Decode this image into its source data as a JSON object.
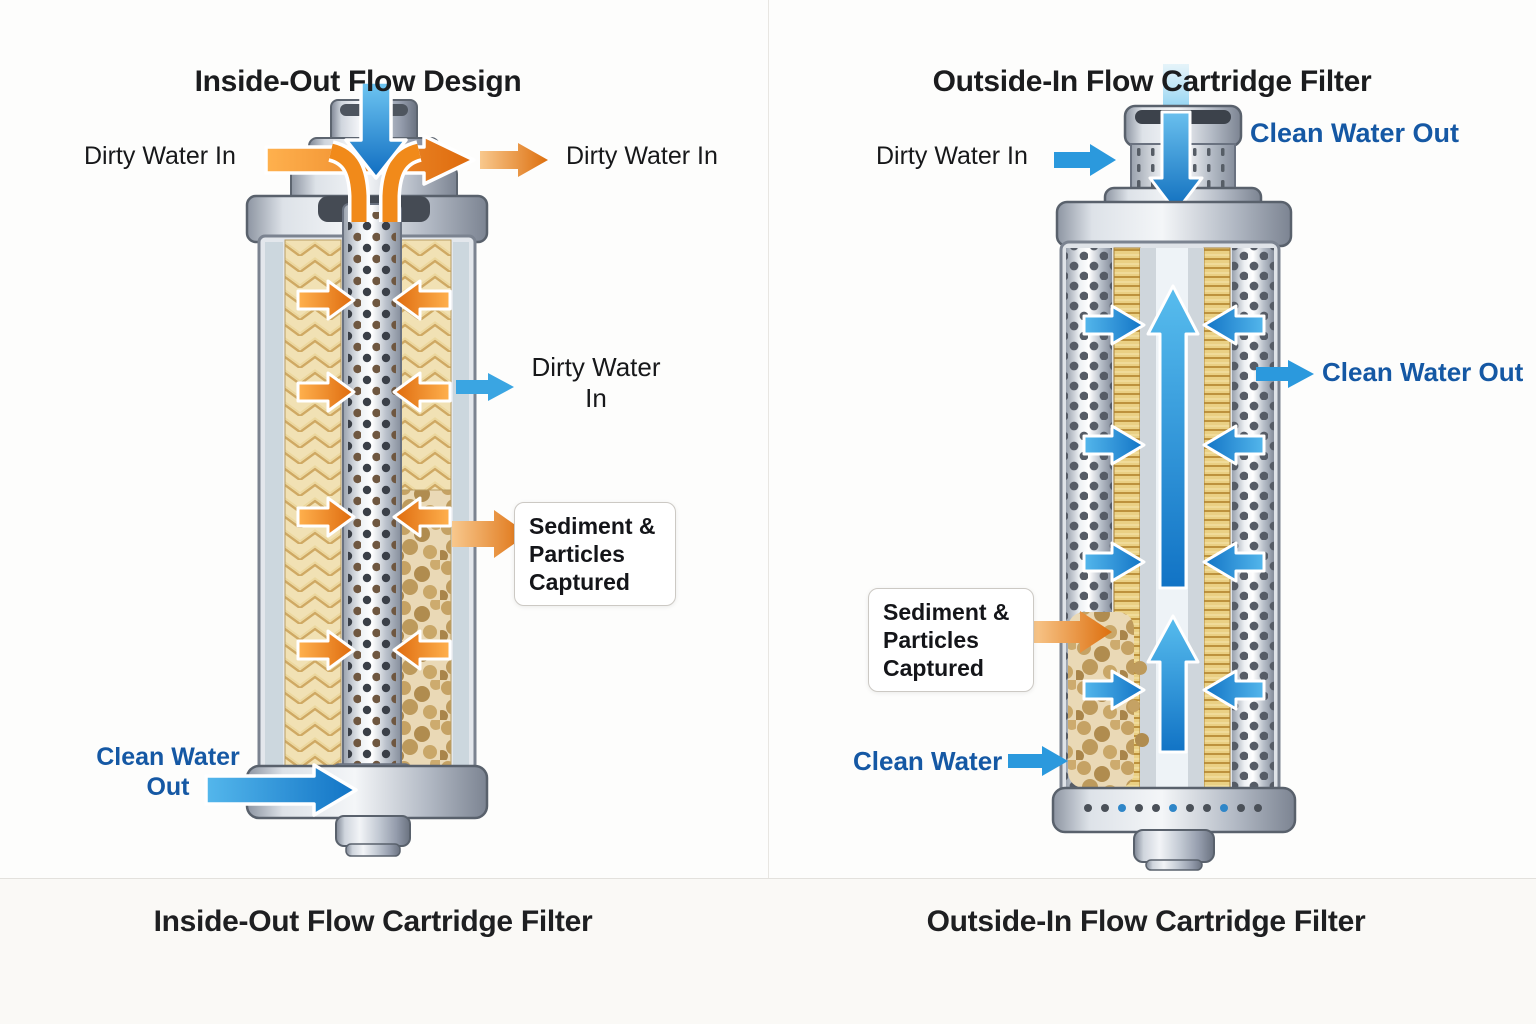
{
  "left": {
    "title": "Inside-Out Flow Design",
    "caption": "Inside-Out Flow Cartridge Filter",
    "labels": {
      "dirty_left": "Dirty Water In",
      "dirty_right": "Dirty Water In",
      "dirty_mid_line1": "Dirty Water",
      "dirty_mid_line2": "In",
      "sediment_line1": "Sediment &",
      "sediment_line2": "Particles",
      "sediment_line3": "Captured",
      "clean_line1": "Clean Water",
      "clean_line2": "Out"
    }
  },
  "right": {
    "title": "Outside-In Flow Cartridge Filter",
    "caption": "Outside-In Flow Cartridge Filter",
    "labels": {
      "dirty_in": "Dirty Water In",
      "clean_out_top": "Clean Water Out",
      "clean_out_mid": "Clean Water Out",
      "sediment_line1": "Sediment &",
      "sediment_line2": "Particles",
      "sediment_line3": "Captured",
      "clean_bottom": "Clean Water"
    }
  },
  "colors": {
    "label_blue": "#1558A4",
    "arrow_blue": "#2B99DD",
    "arrow_orange": "#EE8313",
    "text_dark": "#17181A",
    "media_cream": "#F1E1B4",
    "metal_gray": "#C2C9D3"
  }
}
